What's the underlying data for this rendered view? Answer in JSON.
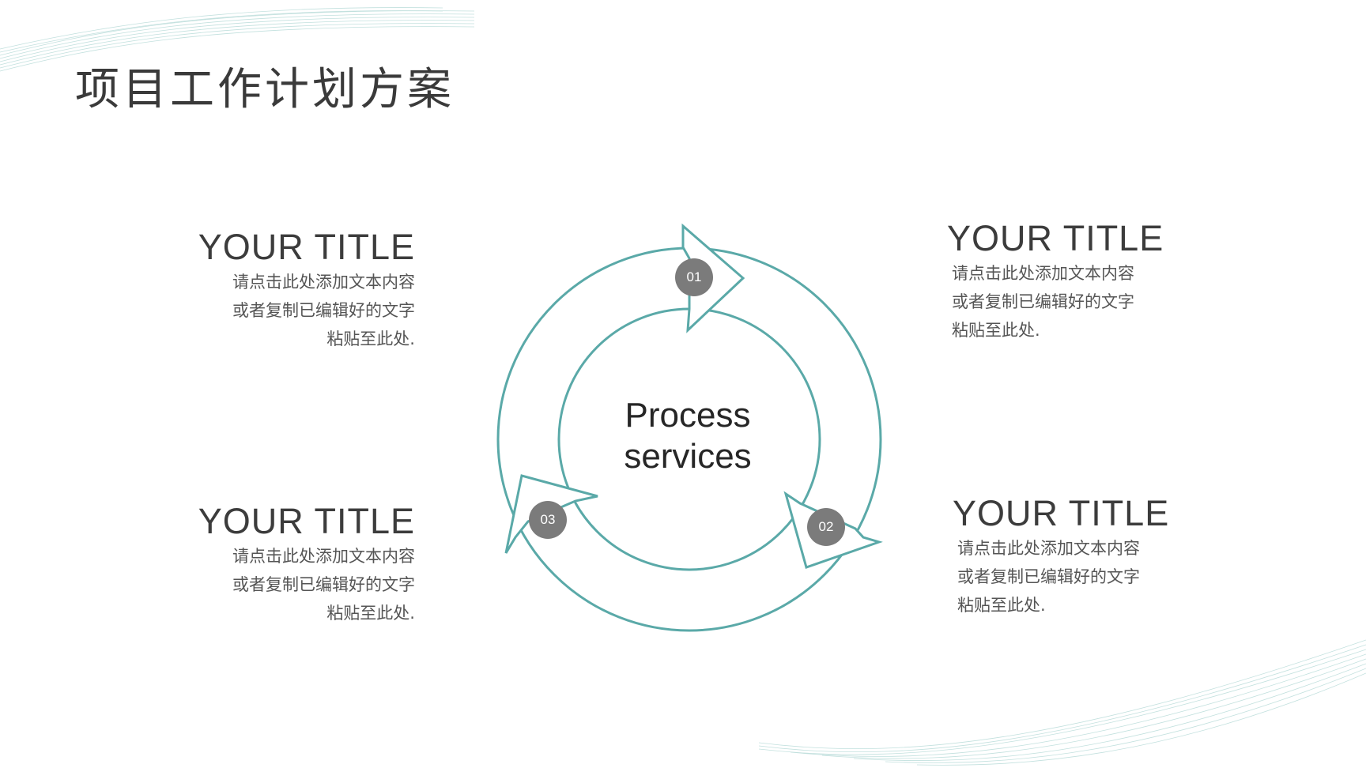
{
  "slide": {
    "title": "项目工作计划方案",
    "accent_color": "#5aa9a8",
    "badge_color": "#7b7b7b"
  },
  "cycle": {
    "center_line1": "Process",
    "center_line2": "services",
    "steps": [
      {
        "number": "01"
      },
      {
        "number": "02"
      },
      {
        "number": "03"
      }
    ]
  },
  "blocks": [
    {
      "title": "YOUR TITLE",
      "line1": "请点击此处添加文本内容",
      "line2": "或者复制已编辑好的文字",
      "line3": "粘贴至此处."
    },
    {
      "title": "YOUR TITLE",
      "line1": "请点击此处添加文本内容",
      "line2": "或者复制已编辑好的文字",
      "line3": "粘贴至此处."
    },
    {
      "title": "YOUR TITLE",
      "line1": "请点击此处添加文本内容",
      "line2": "或者复制已编辑好的文字",
      "line3": "粘贴至此处."
    },
    {
      "title": "YOUR TITLE",
      "line1": "请点击此处添加文本内容",
      "line2": "或者复制已编辑好的文字",
      "line3": "粘贴至此处."
    }
  ]
}
